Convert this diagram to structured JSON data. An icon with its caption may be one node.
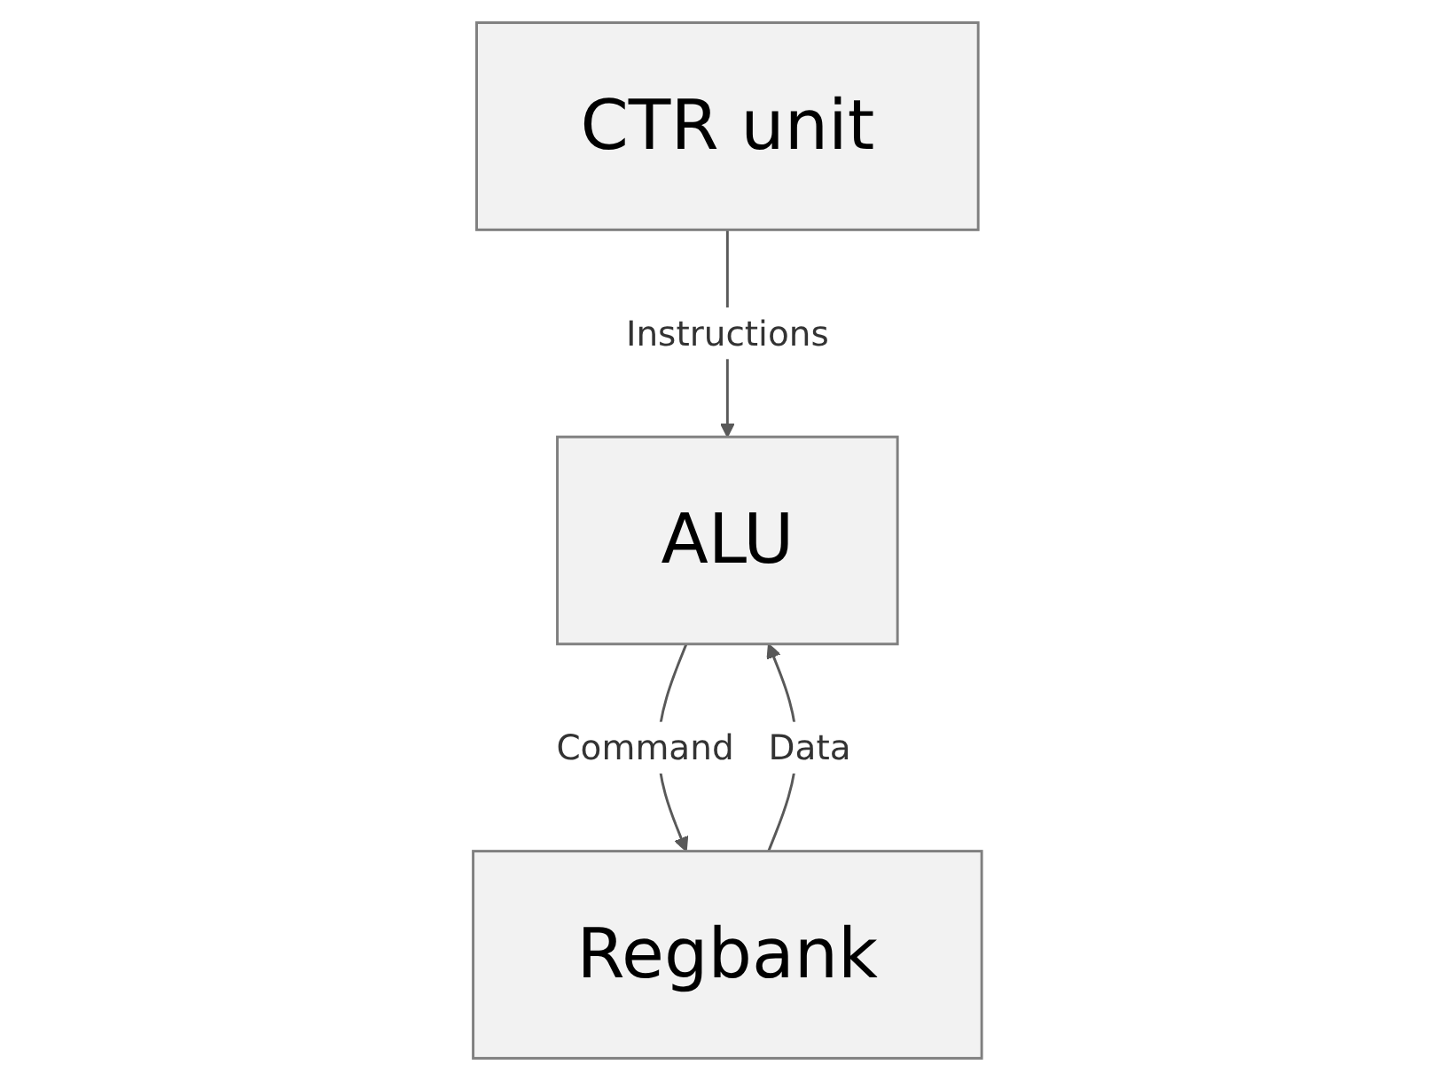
{
  "diagram": {
    "nodes": [
      {
        "text": [
          "CTR unit"
        ]
      },
      {
        "text": [
          "Regbank"
        ]
      },
      {
        "text": [
          "ALU"
        ]
      }
    ],
    "edges": [
      {
        "from": 0,
        "to": 2,
        "label": "Instructions",
        "arrow": "to"
      },
      {
        "from": 2,
        "to": 1,
        "label": "Command",
        "arrow": "to"
      },
      {
        "from": 1,
        "to": 2,
        "label": "Data",
        "arrow": "to"
      }
    ]
  }
}
